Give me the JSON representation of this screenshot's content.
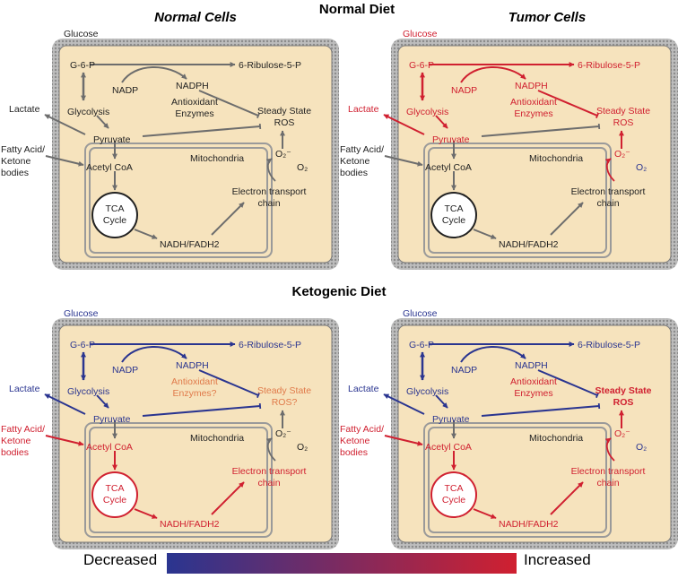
{
  "headers": {
    "normal_diet": "Normal Diet",
    "ketogenic_diet": "Ketogenic Diet",
    "normal_cells": "Normal Cells",
    "tumor_cells": "Tumor Cells"
  },
  "colors": {
    "gray": "#6d6d6d",
    "red": "#d02030",
    "blue": "#2a3590",
    "orange": "#e07a4a",
    "black": "#222222",
    "cell_fill": "#f6e3bd",
    "membrane": "#9a9a9a"
  },
  "panels": [
    {
      "id": "normal-diet-normal-cells",
      "labels": {
        "glucose": "Glucose",
        "g6p": "G-6-P",
        "ribulose": "6-Ribulose-5-P",
        "nadp": "NADP",
        "nadph": "NADPH",
        "glycolysis": "Glycolysis",
        "antioxidant1": "Antioxidant",
        "antioxidant2": "Enzymes",
        "steady1": "Steady State",
        "steady2": "ROS",
        "lactate": "Lactate",
        "pyruvate": "Pyruvate",
        "fatty1": "Fatty Acid/",
        "fatty2": "Ketone",
        "fatty3": "bodies",
        "acetyl": "Acetyl CoA",
        "mito": "Mitochondria",
        "o2minus": "O₂⁻",
        "o2": "O₂",
        "tca1": "TCA",
        "tca2": "Cycle",
        "etc1": "Electron transport",
        "etc2": "chain",
        "nadh": "NADH/FADH2"
      },
      "colors": {
        "glucose": "black",
        "g6p": "black",
        "ribulose": "black",
        "nadp": "black",
        "nadph": "black",
        "glycolysis": "black",
        "antioxidant": "black",
        "steady": "black",
        "lactate": "black",
        "pyruvate": "black",
        "fatty": "black",
        "acetyl": "black",
        "mito": "black",
        "o2minus": "black",
        "o2": "black",
        "tca": "black",
        "etc": "black",
        "nadh": "black",
        "a_g6p_ribulose": "gray",
        "a_nadp_nadph": "gray",
        "a_g6p_glyc": "gray",
        "a_nadph_ros": "gray",
        "a_glyc_pyr": "gray",
        "a_pyr_lactate": "gray",
        "a_pyr_ros": "gray",
        "a_fatty_acetyl": "gray",
        "a_pyr_acetyl": "gray",
        "a_acetyl_tca": "gray",
        "a_tca_nadh": "gray",
        "a_nadh_etc": "gray",
        "a_etc_o2": "gray",
        "a_o2_ros": "gray"
      },
      "bold_ros": false
    },
    {
      "id": "normal-diet-tumor-cells",
      "labels": {
        "glucose": "Glucose",
        "g6p": "G-6-P",
        "ribulose": "6-Ribulose-5-P",
        "nadp": "NADP",
        "nadph": "NADPH",
        "glycolysis": "Glycolysis",
        "antioxidant1": "Antioxidant",
        "antioxidant2": "Enzymes",
        "steady1": "Steady State",
        "steady2": "ROS",
        "lactate": "Lactate",
        "pyruvate": "Pyruvate",
        "fatty1": "Fatty Acid/",
        "fatty2": "Ketone",
        "fatty3": "bodies",
        "acetyl": "Acetyl CoA",
        "mito": "Mitochondria",
        "o2minus": "O₂⁻",
        "o2": "O₂",
        "tca1": "TCA",
        "tca2": "Cycle",
        "etc1": "Electron transport",
        "etc2": "chain",
        "nadh": "NADH/FADH2"
      },
      "colors": {
        "glucose": "red",
        "g6p": "red",
        "ribulose": "red",
        "nadp": "red",
        "nadph": "red",
        "glycolysis": "red",
        "antioxidant": "red",
        "steady": "red",
        "lactate": "red",
        "pyruvate": "red",
        "fatty": "black",
        "acetyl": "black",
        "mito": "black",
        "o2minus": "red",
        "o2": "blue",
        "tca": "black",
        "etc": "black",
        "nadh": "black",
        "a_g6p_ribulose": "red",
        "a_nadp_nadph": "red",
        "a_g6p_glyc": "red",
        "a_nadph_ros": "red",
        "a_glyc_pyr": "red",
        "a_pyr_lactate": "red",
        "a_pyr_ros": "gray",
        "a_fatty_acetyl": "gray",
        "a_pyr_acetyl": "gray",
        "a_acetyl_tca": "gray",
        "a_tca_nadh": "gray",
        "a_nadh_etc": "gray",
        "a_etc_o2": "red",
        "a_o2_ros": "red"
      },
      "bold_ros": false
    },
    {
      "id": "ketogenic-diet-normal-cells",
      "labels": {
        "glucose": "Glucose",
        "g6p": "G-6-P",
        "ribulose": "6-Ribulose-5-P",
        "nadp": "NADP",
        "nadph": "NADPH",
        "glycolysis": "Glycolysis",
        "antioxidant1": "Antioxidant",
        "antioxidant2": "Enzymes?",
        "steady1": "Steady State",
        "steady2": "ROS?",
        "lactate": "Lactate",
        "pyruvate": "Pyruvate",
        "fatty1": "Fatty Acid/",
        "fatty2": "Ketone",
        "fatty3": "bodies",
        "acetyl": "Acetyl CoA",
        "mito": "Mitochondria",
        "o2minus": "O₂⁻",
        "o2": "O₂",
        "tca1": "TCA",
        "tca2": "Cycle",
        "etc1": "Electron transport",
        "etc2": "chain",
        "nadh": "NADH/FADH2"
      },
      "colors": {
        "glucose": "blue",
        "g6p": "blue",
        "ribulose": "blue",
        "nadp": "blue",
        "nadph": "blue",
        "glycolysis": "blue",
        "antioxidant": "orange",
        "steady": "orange",
        "lactate": "blue",
        "pyruvate": "blue",
        "fatty": "red",
        "acetyl": "red",
        "mito": "black",
        "o2minus": "black",
        "o2": "black",
        "tca": "red",
        "etc": "red",
        "nadh": "red",
        "a_g6p_ribulose": "blue",
        "a_nadp_nadph": "blue",
        "a_g6p_glyc": "blue",
        "a_nadph_ros": "blue",
        "a_glyc_pyr": "blue",
        "a_pyr_lactate": "blue",
        "a_pyr_ros": "blue",
        "a_fatty_acetyl": "red",
        "a_pyr_acetyl": "gray",
        "a_acetyl_tca": "red",
        "a_tca_nadh": "red",
        "a_nadh_etc": "red",
        "a_etc_o2": "gray",
        "a_o2_ros": "gray"
      },
      "bold_ros": false
    },
    {
      "id": "ketogenic-diet-tumor-cells",
      "labels": {
        "glucose": "Glucose",
        "g6p": "G-6-P",
        "ribulose": "6-Ribulose-5-P",
        "nadp": "NADP",
        "nadph": "NADPH",
        "glycolysis": "Glycolysis",
        "antioxidant1": "Antioxidant",
        "antioxidant2": "Enzymes",
        "steady1": "Steady State",
        "steady2": "ROS",
        "lactate": "Lactate",
        "pyruvate": "Pyruvate",
        "fatty1": "Fatty Acid/",
        "fatty2": "Ketone",
        "fatty3": "bodies",
        "acetyl": "Acetyl CoA",
        "mito": "Mitochondria",
        "o2minus": "O₂⁻",
        "o2": "O₂",
        "tca1": "TCA",
        "tca2": "Cycle",
        "etc1": "Electron transport",
        "etc2": "chain",
        "nadh": "NADH/FADH2"
      },
      "colors": {
        "glucose": "blue",
        "g6p": "blue",
        "ribulose": "blue",
        "nadp": "blue",
        "nadph": "blue",
        "glycolysis": "blue",
        "antioxidant": "red",
        "steady": "red",
        "lactate": "blue",
        "pyruvate": "blue",
        "fatty": "red",
        "acetyl": "red",
        "mito": "black",
        "o2minus": "red",
        "o2": "blue",
        "tca": "red",
        "etc": "red",
        "nadh": "red",
        "a_g6p_ribulose": "blue",
        "a_nadp_nadph": "blue",
        "a_g6p_glyc": "blue",
        "a_nadph_ros": "blue",
        "a_glyc_pyr": "blue",
        "a_pyr_lactate": "blue",
        "a_pyr_ros": "blue",
        "a_fatty_acetyl": "red",
        "a_pyr_acetyl": "gray",
        "a_acetyl_tca": "red",
        "a_tca_nadh": "red",
        "a_nadh_etc": "red",
        "a_etc_o2": "red",
        "a_o2_ros": "red"
      },
      "bold_ros": true
    }
  ],
  "legend": {
    "decreased": "Decreased",
    "increased": "Increased",
    "gradient_start": "#2a3590",
    "gradient_end": "#d02030"
  }
}
